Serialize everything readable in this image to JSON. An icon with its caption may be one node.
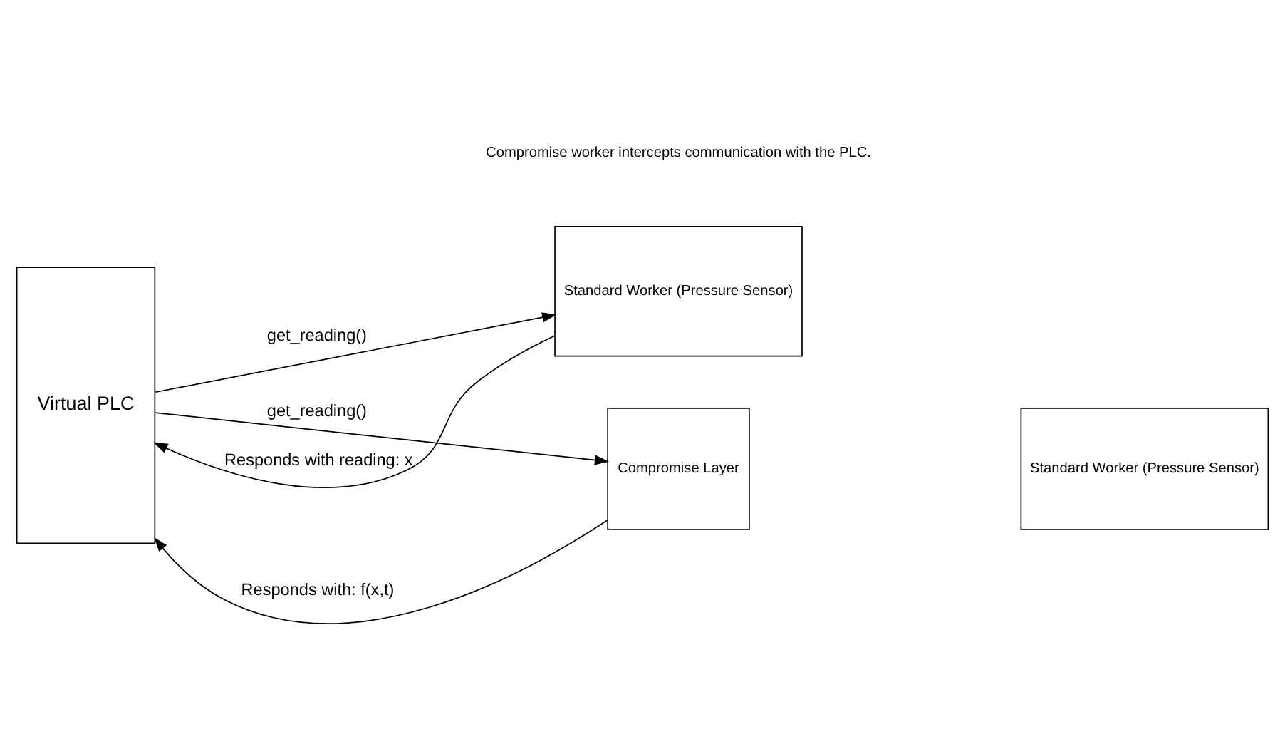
{
  "diagram": {
    "nodes": [
      {
        "text": [
          "Virtual PLC"
        ]
      },
      {
        "text": [
          "Standard Worker (Pressure Sensor)"
        ]
      },
      {
        "text": [
          "Compromise Layer"
        ]
      },
      {
        "text": [
          "Standard Worker (Pressure Sensor)"
        ]
      }
    ],
    "edges": [
      {
        "from": 1,
        "to": 0,
        "arrow": "to",
        "label": "Responds with reading: x"
      },
      {
        "from": 0,
        "to": 1,
        "arrow": "to",
        "label": "get_reading()"
      },
      {
        "from": 2,
        "to": 0,
        "arrow": "to",
        "label": "Responds with: f(x,t)"
      },
      {
        "from": 0,
        "to": 2,
        "arrow": "to",
        "label": "get_reading()"
      }
    ],
    "labels": [
      "Compromise worker intercepts communication with the PLC."
    ]
  }
}
